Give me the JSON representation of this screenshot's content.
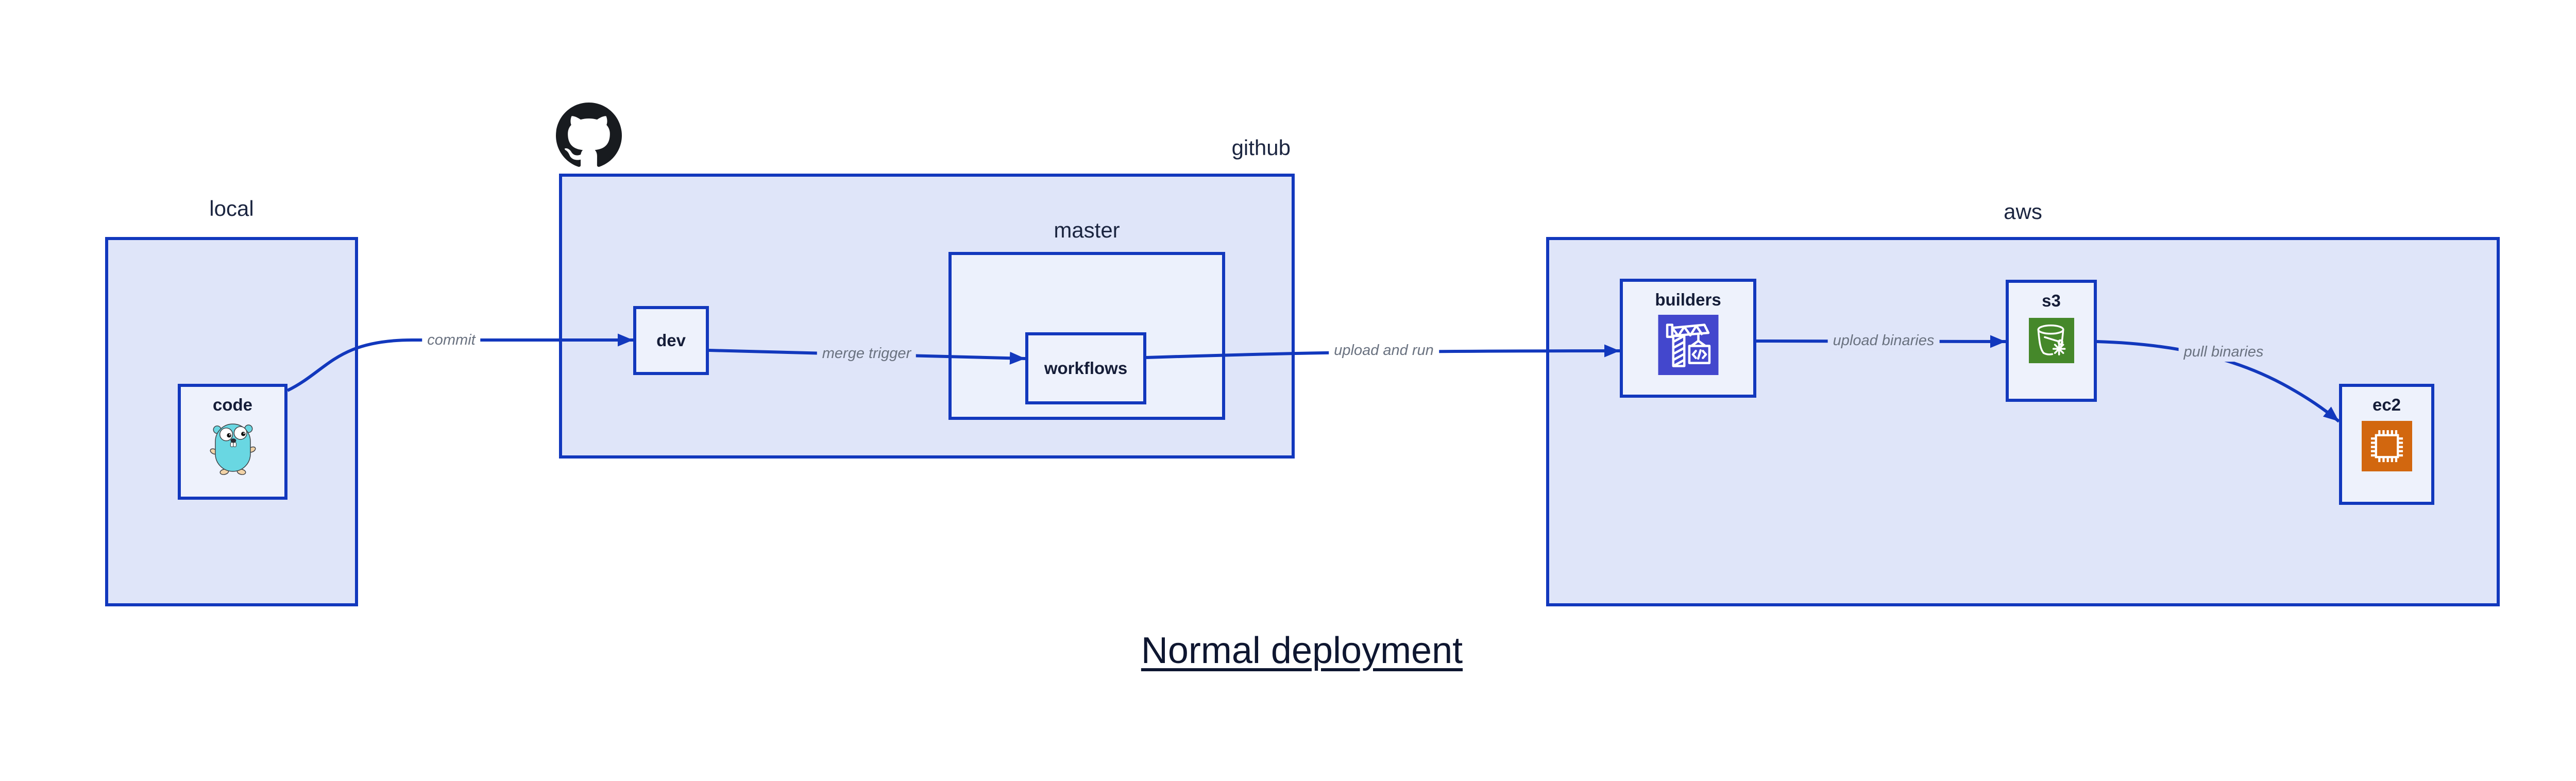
{
  "title": "Normal deployment",
  "colors": {
    "line_blue": "#1238bd",
    "container_fill": "#dfe5f9",
    "inner_container_fill": "#ecf1fc",
    "node_fill": "#eef2fc",
    "dark_text": "#151d38",
    "edge_label_gray": "#6a7280",
    "github_black": "#181b1f",
    "gopher_teal": "#69d7e2",
    "codebuild_indigo": "#4347cd",
    "s3_green": "#45882a",
    "ec2_orange": "#d2670f"
  },
  "containers": {
    "local": {
      "label": "local"
    },
    "github": {
      "label": "github",
      "icon": "github-octocat-icon"
    },
    "master": {
      "label": "master"
    },
    "aws": {
      "label": "aws"
    }
  },
  "nodes": {
    "code": {
      "label": "code",
      "icon": "go-gopher-icon"
    },
    "dev": {
      "label": "dev"
    },
    "workflows": {
      "label": "workflows"
    },
    "builders": {
      "label": "builders",
      "icon": "aws-codebuild-icon"
    },
    "s3": {
      "label": "s3",
      "icon": "aws-s3-glacier-bucket-icon"
    },
    "ec2": {
      "label": "ec2",
      "icon": "aws-ec2-chip-icon"
    }
  },
  "edges": [
    {
      "from": "code",
      "to": "dev",
      "label": "commit"
    },
    {
      "from": "dev",
      "to": "workflows",
      "label": "merge trigger"
    },
    {
      "from": "workflows",
      "to": "builders",
      "label": "upload and run"
    },
    {
      "from": "builders",
      "to": "s3",
      "label": "upload binaries"
    },
    {
      "from": "s3",
      "to": "ec2",
      "label": "pull binaries"
    }
  ]
}
